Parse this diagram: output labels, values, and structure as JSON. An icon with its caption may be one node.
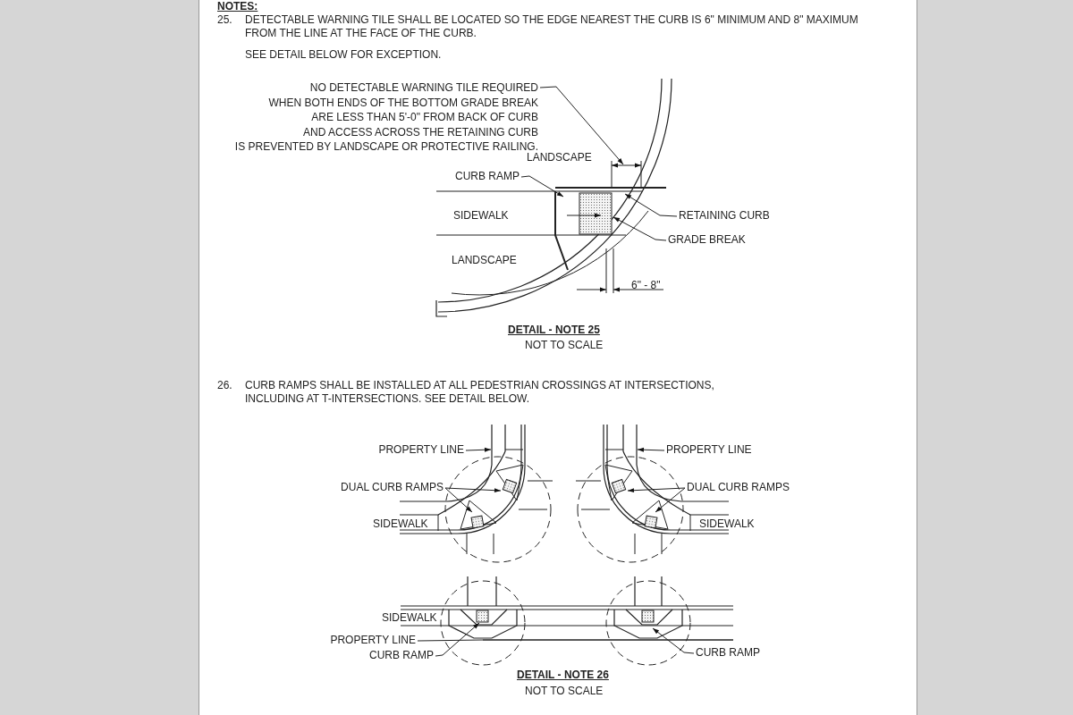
{
  "diagram": {
    "nodes": [
      {
        "text": [
          "NO DETECTABLE WARNING TILE REQUIRED WHEN BOTH ENDS OF THE BOTTOM GRADE BREAK ARE LESS THAN 5'-0\" FROM BACK OF CURB AND ACCESS ACROSS THE RETAINING CURB IS PREVENTED BY LANDSCAPE OR PROTECTIVE RAILING."
        ]
      },
      {
        "text": [
          "CURB RAMP"
        ]
      },
      {
        "text": [
          "RETAINING CURB"
        ]
      },
      {
        "text": [
          "GRADE BREAK"
        ]
      },
      {
        "text": [
          "PROPERTY LINE"
        ]
      },
      {
        "text": [
          "DUAL CURB RAMPS"
        ]
      },
      {
        "text": [
          "PROPERTY LINE"
        ]
      },
      {
        "text": [
          "DUAL CURB RAMPS"
        ]
      },
      {
        "text": [
          "PROPERTY LINE"
        ]
      },
      {
        "text": [
          "CURB RAMP"
        ]
      },
      {
        "text": [
          "CURB RAMP"
        ]
      }
    ],
    "edges": [
      {
        "from": 0,
        "to": null,
        "arrow": "to"
      },
      {
        "from": 1,
        "to": null,
        "arrow": "to"
      },
      {
        "from": 2,
        "to": null,
        "arrow": "to"
      },
      {
        "from": 3,
        "to": null,
        "arrow": "to"
      },
      {
        "from": 4,
        "to": null,
        "arrow": "to"
      },
      {
        "from": 5,
        "to": null,
        "arrow": "to"
      },
      {
        "from": 5,
        "to": null,
        "arrow": "to"
      },
      {
        "from": 6,
        "to": null,
        "arrow": "to"
      },
      {
        "from": 7,
        "to": null,
        "arrow": "to"
      },
      {
        "from": 7,
        "to": null,
        "arrow": "to"
      },
      {
        "from": 8,
        "to": null,
        "arrow": "none"
      },
      {
        "from": 9,
        "to": null,
        "arrow": "to"
      },
      {
        "from": 10,
        "to": null,
        "arrow": "to"
      }
    ],
    "labels": [
      "NOTES:",
      "25.",
      "DETECTABLE WARNING TILE SHALL BE LOCATED SO THE EDGE NEAREST THE CURB IS 6\" MINIMUM AND 8\" MAXIMUM FROM THE LINE AT THE FACE OF THE CURB.",
      "SEE DETAIL BELOW FOR EXCEPTION.",
      "LANDSCAPE",
      "SIDEWALK",
      "LANDSCAPE",
      "6\" - 8\"",
      "DETAIL - NOTE 25",
      "NOT TO SCALE",
      "26.",
      "CURB RAMPS SHALL BE INSTALLED AT ALL PEDESTRIAN CROSSINGS AT INTERSECTIONS, INCLUDING AT T-INTERSECTIONS. SEE DETAIL BELOW.",
      "SIDEWALK",
      "SIDEWALK",
      "SIDEWALK",
      "DETAIL - NOTE 26",
      "NOT TO SCALE"
    ]
  }
}
